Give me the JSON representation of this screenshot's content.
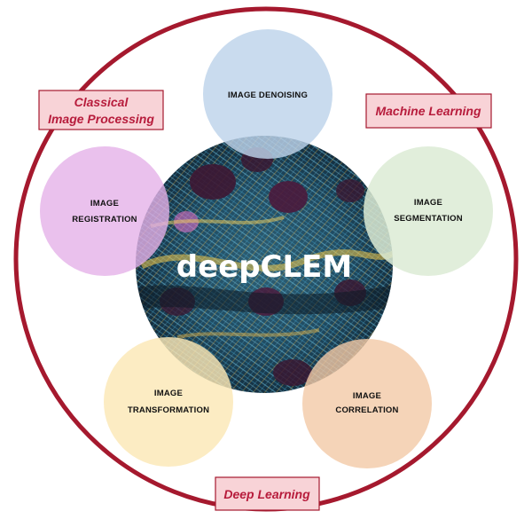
{
  "colors": {
    "ring": "#a5192e",
    "label_box_fill": "#f8d3d7",
    "label_text": "#b71c3c",
    "denoising": "#bdd3ea",
    "segmentation": "#dcebd5",
    "correlation": "#f2c9a6",
    "transformation": "#fbe8b6",
    "registration": "#e5b2e8"
  },
  "center": {
    "title": "deepCLEM"
  },
  "approaches": {
    "classical_line1": "Classical",
    "classical_line2": "Image Processing",
    "machine_learning": "Machine Learning",
    "deep_learning": "Deep Learning"
  },
  "nodes": {
    "denoising": {
      "line1": "IMAGE DENOISING"
    },
    "segmentation": {
      "line1": "IMAGE",
      "line2": "SEGMENTATION"
    },
    "correlation": {
      "line1": "IMAGE",
      "line2": "CORRELATION"
    },
    "transformation": {
      "line1": "IMAGE",
      "line2": "TRANSFORMATION"
    },
    "registration": {
      "line1": "IMAGE",
      "line2": "REGISTRATION"
    }
  }
}
